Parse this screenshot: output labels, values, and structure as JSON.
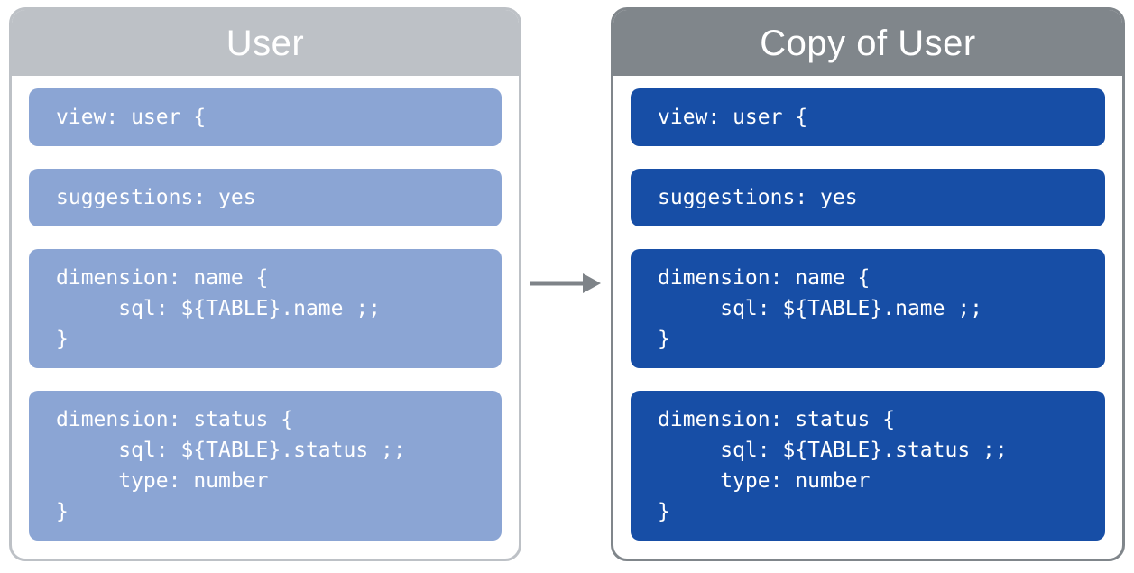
{
  "panels": [
    {
      "title": "User",
      "colors": {
        "header": "#BDC1C6",
        "border": "#BDC1C6",
        "block": "#8BA5D4",
        "body": "#FFFFFF",
        "text": "#FFFFFF"
      },
      "blocks": [
        "view: user {",
        "suggestions: yes",
        "dimension: name {\n     sql: ${TABLE}.name ;;\n}",
        "dimension: status {\n     sql: ${TABLE}.status ;;\n     type: number\n}"
      ]
    },
    {
      "title": "Copy of User",
      "colors": {
        "header": "#80868B",
        "border": "#80868B",
        "block": "#174EA6",
        "body": "#FFFFFF",
        "text": "#FFFFFF"
      },
      "blocks": [
        "view: user {",
        "suggestions: yes",
        "dimension: name {\n     sql: ${TABLE}.name ;;\n}",
        "dimension: status {\n     sql: ${TABLE}.status ;;\n     type: number\n}"
      ]
    }
  ],
  "arrow": {
    "direction": "right",
    "color": "#7E8388"
  }
}
